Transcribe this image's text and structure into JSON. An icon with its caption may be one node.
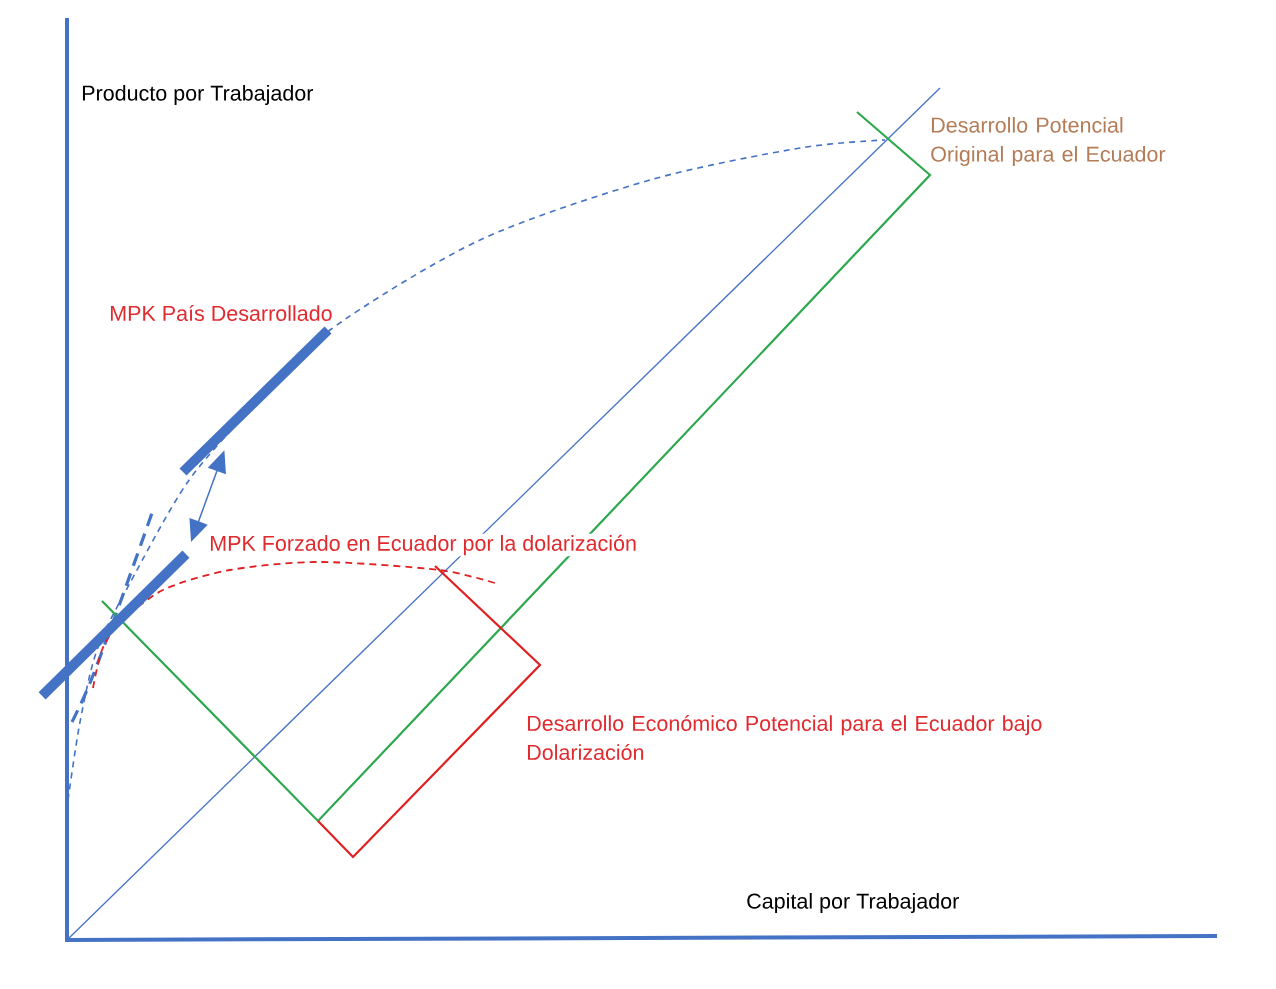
{
  "diagram": {
    "nodes": [
      {
        "text": [],
        "shape": "bar",
        "beside": [
          "MPK País Desarrollado"
        ]
      },
      {
        "text": [],
        "shape": "bar",
        "beside": [
          "MPK Forzado en Ecuador por la dolarización"
        ]
      }
    ],
    "edges": [
      {
        "from": 1,
        "to": 0,
        "arrow": "both"
      }
    ],
    "labels": [
      "Producto por Trabajador",
      "Desarrollo Potencial Original para el Ecuador",
      "Desarrollo Económico Potencial para el Ecuador bajo Dolarización",
      "Capital por Trabajador"
    ]
  }
}
